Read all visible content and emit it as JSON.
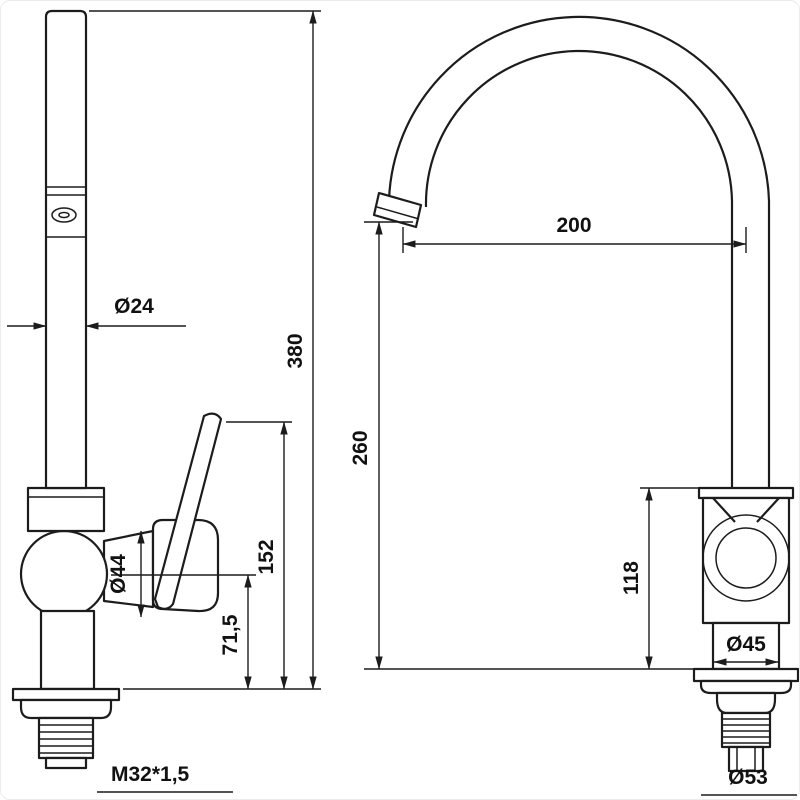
{
  "colors": {
    "line": "#1c1c1c",
    "background": "#ffffff"
  },
  "side_view": {
    "dims": {
      "pipe_diameter": "Ø24",
      "total_height": "380",
      "body_diameter": "Ø44",
      "handle_top_height": "152",
      "body_center_height": "71,5",
      "mounting_thread": "M32*1,5"
    }
  },
  "front_view": {
    "dims": {
      "spout_reach": "200",
      "spout_outlet_height": "260",
      "body_top_height": "118",
      "body_diameter": "Ø45",
      "base_diameter": "Ø53"
    }
  }
}
